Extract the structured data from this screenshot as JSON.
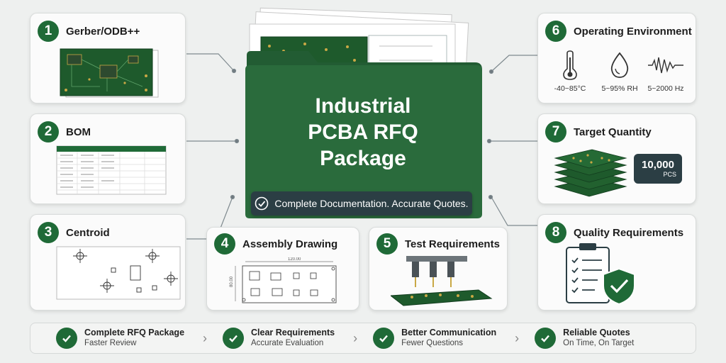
{
  "center": {
    "title_lines": [
      "Industrial",
      "PCBA RFQ",
      "Package"
    ],
    "banner": "Complete Documentation. Accurate Quotes."
  },
  "cards": [
    {
      "num": "1",
      "title": "Gerber/ODB++"
    },
    {
      "num": "2",
      "title": "BOM"
    },
    {
      "num": "3",
      "title": "Centroid"
    },
    {
      "num": "4",
      "title": "Assembly Drawing"
    },
    {
      "num": "5",
      "title": "Test Requirements"
    },
    {
      "num": "6",
      "title": "Operating Environment"
    },
    {
      "num": "7",
      "title": "Target Quantity"
    },
    {
      "num": "8",
      "title": "Quality Requirements"
    }
  ],
  "environment": {
    "temperature": "-40~85°C",
    "humidity": "5~95% RH",
    "vibration": "5~2000 Hz",
    "icons": [
      "thermometer-icon",
      "droplet-icon",
      "waveform-icon"
    ]
  },
  "quantity": {
    "value": "10,000",
    "unit": "PCS"
  },
  "drawing": {
    "width_label": "120.00",
    "height_label": "80.00"
  },
  "steps": [
    {
      "title": "Complete RFQ Package",
      "sub": "Faster Review"
    },
    {
      "title": "Clear Requirements",
      "sub": "Accurate Evaluation"
    },
    {
      "title": "Better Communication",
      "sub": "Fewer Questions"
    },
    {
      "title": "Reliable Quotes",
      "sub": "On Time, On Target"
    }
  ],
  "colors": {
    "brand_green": "#1f6a37",
    "folder_green": "#2a6b3c",
    "pcb_green": "#1e5a2c",
    "banner_dark": "#2b3e44",
    "background": "#eef0ef"
  }
}
